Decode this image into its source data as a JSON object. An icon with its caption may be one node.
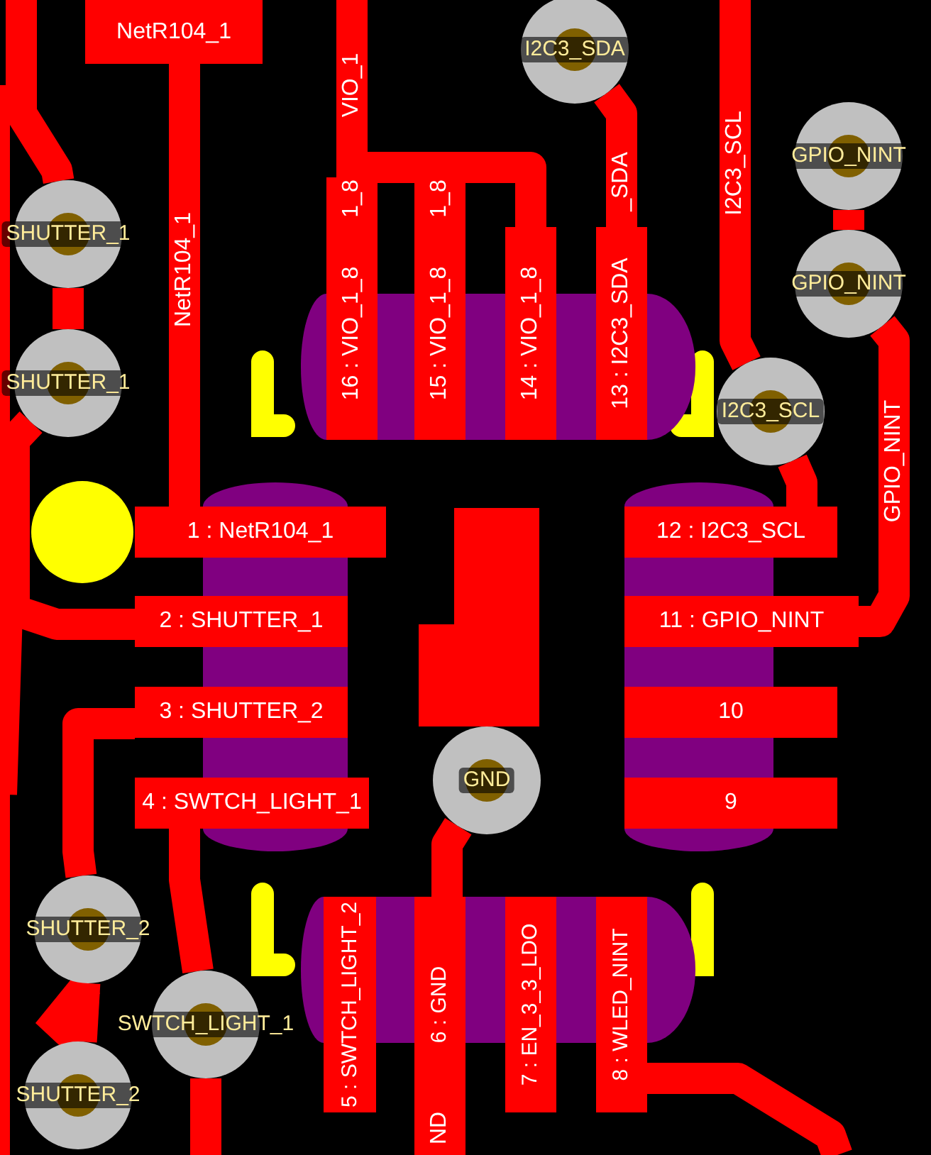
{
  "diagram": {
    "nodes": [
      {
        "text": [
          "NetR104_1"
        ]
      },
      {
        "text": [
          "I2C3_SDA"
        ]
      },
      {
        "text": [
          "GPIO_NINT"
        ]
      },
      {
        "text": [
          "SHUTTER_1"
        ]
      },
      {
        "text": [
          "16 : VIO_1_8"
        ]
      },
      {
        "text": [
          "15 : VIO_1_8"
        ]
      },
      {
        "text": [
          "14 : VIO_1_8"
        ]
      },
      {
        "text": [
          "13 : I2C3_SDA"
        ]
      },
      {
        "text": [
          "GPIO_NINT"
        ]
      },
      {
        "text": [
          "SHUTTER_1"
        ]
      },
      {
        "text": [
          "I2C3_SCL"
        ]
      },
      {
        "text": [
          "1 : NetR104_1"
        ]
      },
      {
        "text": [
          "12 : I2C3_SCL"
        ]
      },
      {
        "text": [
          "2 : SHUTTER_1"
        ]
      },
      {
        "text": [
          "11 : GPIO_NINT"
        ]
      },
      {
        "text": [
          "3 : SHUTTER_2"
        ]
      },
      {
        "text": [
          "10"
        ]
      },
      {
        "text": [
          "GND"
        ]
      },
      {
        "text": [
          "4 : SWTCH_LIGHT_1"
        ]
      },
      {
        "text": [
          "9"
        ]
      },
      {
        "text": [
          "SHUTTER_2"
        ]
      },
      {
        "text": [
          "5 : SWTCH_LIGHT_2"
        ]
      },
      {
        "text": [
          "6 : GND"
        ]
      },
      {
        "text": [
          "7 : EN_3_3_LDO"
        ]
      },
      {
        "text": [
          "8 : WLED_NINT"
        ]
      },
      {
        "text": [
          "SWTCH_LIGHT_1"
        ]
      },
      {
        "text": [
          "SHUTTER_2"
        ]
      },
      {
        "text": [],
        "shape": "box"
      },
      {
        "text": [],
        "shape": "box"
      },
      {
        "text": [],
        "shape": "box"
      },
      {
        "text": [],
        "shape": "box"
      },
      {
        "text": [],
        "shape": "box"
      },
      {
        "text": [],
        "shape": "box"
      },
      {
        "text": [],
        "shape": "box"
      },
      {
        "text": [],
        "shape": "box"
      },
      {
        "text": [],
        "shape": "box"
      },
      {
        "text": [],
        "shape": "box"
      },
      {
        "text": [],
        "shape": "box"
      },
      {
        "text": [],
        "shape": "box"
      },
      {
        "text": [],
        "shape": "box"
      },
      {
        "text": [],
        "shape": "box"
      },
      {
        "text": [],
        "shape": "box"
      },
      {
        "text": [],
        "shape": "box"
      },
      {
        "text": [],
        "shape": "box"
      },
      {
        "text": [],
        "shape": "box"
      },
      {
        "text": [],
        "shape": "box"
      },
      {
        "text": [],
        "shape": "box"
      },
      {
        "text": [],
        "shape": "circle"
      },
      {
        "text": [],
        "shape": "box"
      }
    ],
    "edges": [
      {
        "from": 0,
        "to": 11,
        "arrow": "none",
        "label": "NetR104_1"
      },
      {
        "from": null,
        "to": 3,
        "arrow": "none"
      },
      {
        "from": 3,
        "to": 9,
        "arrow": "none"
      },
      {
        "from": 9,
        "to": 13,
        "arrow": "none"
      },
      {
        "from": 2,
        "to": 8,
        "arrow": "none"
      },
      {
        "from": 8,
        "to": 14,
        "arrow": "none",
        "label": "GPIO_NINT"
      },
      {
        "from": 1,
        "to": 7,
        "arrow": "none",
        "label": "_SDA"
      },
      {
        "from": null,
        "to": 4,
        "arrow": "none",
        "label": "VIO_1"
      },
      {
        "from": 4,
        "to": 5,
        "arrow": "none"
      },
      {
        "from": 5,
        "to": 6,
        "arrow": "none"
      },
      {
        "from": null,
        "to": 10,
        "arrow": "none",
        "label": "I2C3_SCL"
      },
      {
        "from": 10,
        "to": 12,
        "arrow": "none"
      },
      {
        "from": 15,
        "to": 20,
        "arrow": "none"
      },
      {
        "from": 20,
        "to": 26,
        "arrow": "none"
      },
      {
        "from": 18,
        "to": 25,
        "arrow": "none"
      },
      {
        "from": 17,
        "to": 22,
        "arrow": "none"
      },
      {
        "from": 24,
        "to": null,
        "arrow": "none"
      }
    ],
    "labels": [
      "1_8",
      "1_8",
      "ND"
    ]
  }
}
